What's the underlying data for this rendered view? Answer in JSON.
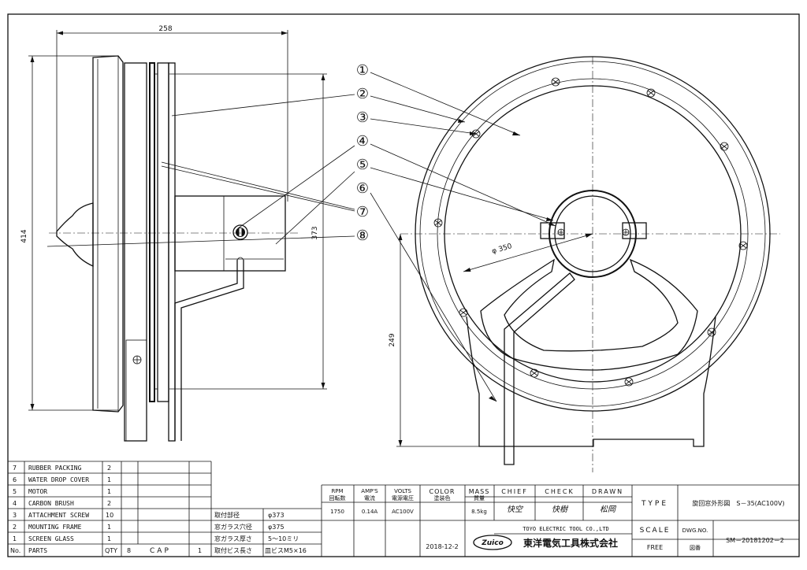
{
  "dimensions": {
    "width": "258",
    "height": "414",
    "frame": "373",
    "glass_dia": "φ 350",
    "center_height": "249"
  },
  "callouts": [
    "①",
    "②",
    "③",
    "④",
    "⑤",
    "⑥",
    "⑦",
    "⑧"
  ],
  "parts_table": {
    "rows": [
      {
        "no": "7",
        "part": "RUBBER PACKING",
        "qty": "2"
      },
      {
        "no": "6",
        "part": "WATER DROP COVER",
        "qty": "1"
      },
      {
        "no": "5",
        "part": "MOTOR",
        "qty": "1"
      },
      {
        "no": "4",
        "part": "CARBON BRUSH",
        "qty": "2"
      },
      {
        "no": "3",
        "part": "ATTACHMENT SCREW",
        "qty": "10"
      },
      {
        "no": "2",
        "part": "MOUNTING FRAME",
        "qty": "1"
      },
      {
        "no": "1",
        "part": "SCREEN GLASS",
        "qty": "1"
      }
    ],
    "header": {
      "no": "No.",
      "part": "PARTS",
      "qty": "QTY",
      "extra_no": "8",
      "extra_part": "CAP",
      "extra_qty": "1"
    }
  },
  "install_specs": [
    {
      "label": "取付部径",
      "value": "φ373"
    },
    {
      "label": "窓ガラス穴径",
      "value": "φ375"
    },
    {
      "label": "窓ガラス厚さ",
      "value": "5〜10ミリ"
    },
    {
      "label": "取付ビス長さ",
      "value": "皿ビスM5×16"
    }
  ],
  "title_block": {
    "rpm_label_en": "RPM",
    "rpm_label_jp": "回転数",
    "rpm": "1750",
    "amp_label_en": "AMP'S",
    "amp_label_jp": "電流",
    "amp": "0.14A",
    "volt_label_en": "VOLTS",
    "volt_label_jp": "電源電圧",
    "volt": "AC100V",
    "color_label_en": "COLOR",
    "color_label_jp": "塗装色",
    "color": "",
    "mass_label_en": "MASS",
    "mass_label_jp": "質量",
    "mass": "8.5kg",
    "chief_label": "CHIEF",
    "check_label": "CHECK",
    "drawn_label": "DRAWN",
    "chief_sign": "快空",
    "check_sign": "快樹",
    "drawn_sign": "松岡",
    "date": "2018-12-2",
    "company_en": "TOYO ELECTRIC TOOL CO.,LTD",
    "company_jp": "東洋電気工具株式会社",
    "logo": "Zuico",
    "type_label": "TYPE",
    "type_value": "旋回窓外形図　S－35(AC100V)",
    "scale_label": "SCALE",
    "scale_value": "FREE",
    "dwg_no_label": "DWG.NO.",
    "dwg_no_jp": "図番",
    "dwg_no": "SM－20181202－2"
  }
}
